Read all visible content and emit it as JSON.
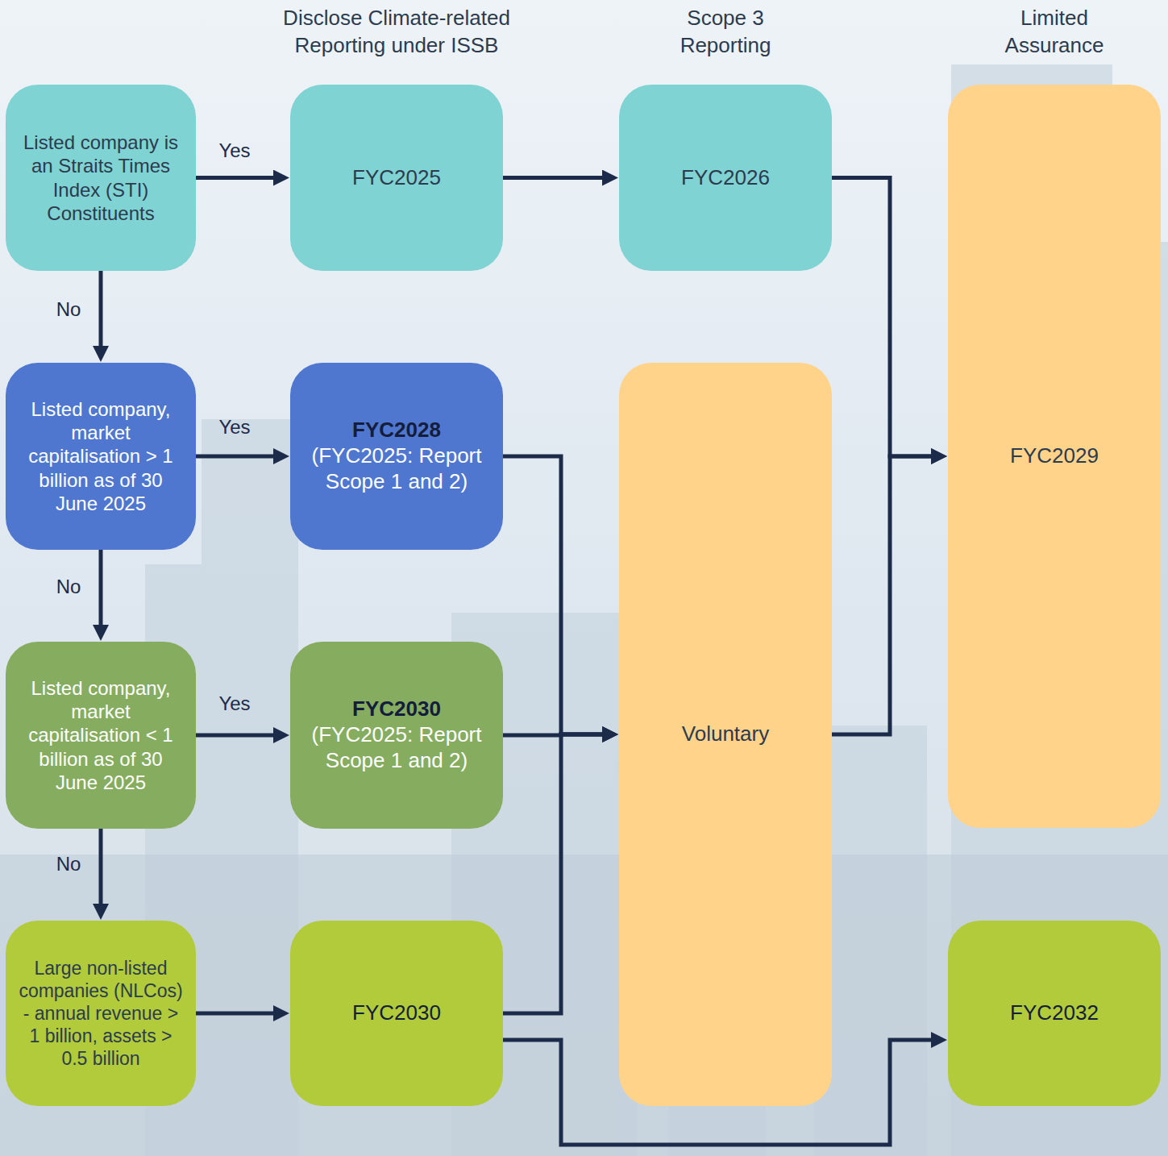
{
  "diagram": {
    "nodes": [
      {
        "text": [
          "Listed company is an Straits Times Index (STI) Constituents"
        ]
      },
      {
        "text": [
          "FYC2025"
        ]
      },
      {
        "text": [
          "FYC2026"
        ]
      },
      {
        "text": [
          "FYC2029"
        ]
      },
      {
        "text": [
          "Listed company, market capitalisation > 1 billion as of 30 June 2025"
        ]
      },
      {
        "text": [
          "FYC2028",
          "(FYC2025: Report Scope 1 and 2)"
        ]
      },
      {
        "text": [
          "Voluntary"
        ]
      },
      {
        "text": [
          "Listed company, market capitalisation < 1 billion as of 30 June 2025"
        ]
      },
      {
        "text": [
          "FYC2030",
          "(FYC2025: Report Scope 1 and 2)"
        ]
      },
      {
        "text": [
          "Large non-listed companies (NLCos) - annual revenue > 1 billion, assets > 0.5 billion"
        ]
      },
      {
        "text": [
          "FYC2030"
        ]
      },
      {
        "text": [
          "FYC2032"
        ]
      }
    ],
    "edges": [
      {
        "from": 0,
        "to": 1,
        "label": "Yes",
        "arrow": "to"
      },
      {
        "from": 1,
        "to": 2,
        "arrow": "to"
      },
      {
        "from": 2,
        "to": 3,
        "arrow": "to"
      },
      {
        "from": 0,
        "to": 4,
        "label": "No",
        "arrow": "to"
      },
      {
        "from": 4,
        "to": 5,
        "label": "Yes",
        "arrow": "to"
      },
      {
        "from": 4,
        "to": 7,
        "label": "No",
        "arrow": "to"
      },
      {
        "from": 7,
        "to": 8,
        "label": "Yes",
        "arrow": "to"
      },
      {
        "from": 7,
        "to": 9,
        "label": "No",
        "arrow": "to"
      },
      {
        "from": 9,
        "to": 10,
        "arrow": "to"
      },
      {
        "from": 5,
        "to": 6,
        "arrow": "to"
      },
      {
        "from": 8,
        "to": 6,
        "arrow": "to"
      },
      {
        "from": 10,
        "to": 6,
        "arrow": "to"
      },
      {
        "from": 6,
        "to": 3,
        "arrow": "to"
      },
      {
        "from": 10,
        "to": 11,
        "arrow": "to"
      }
    ],
    "labels": [
      "Disclose Climate-related Reporting under ISSB",
      "Scope 3 Reporting",
      "Limited Assurance"
    ]
  }
}
